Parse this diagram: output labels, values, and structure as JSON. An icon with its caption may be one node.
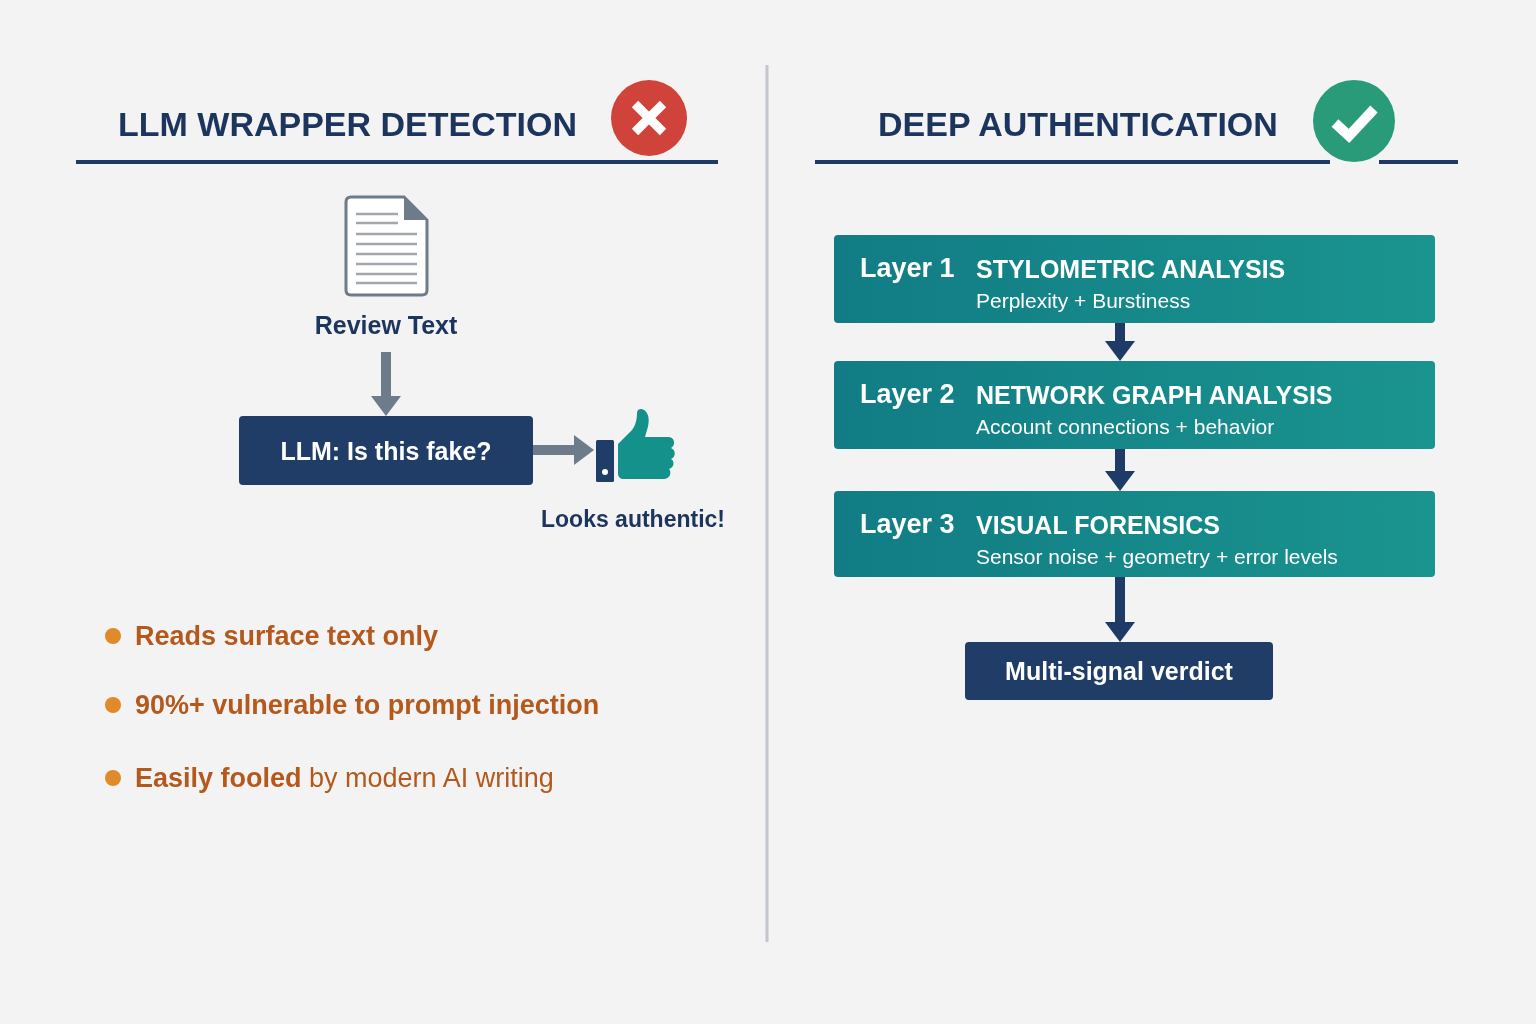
{
  "diagram": {
    "nodes": [
      {
        "text": [
          "Review Text"
        ]
      },
      {
        "text": [
          "LLM: Is this fake?"
        ]
      },
      {
        "text": [],
        "shape": "picture",
        "beside": [
          "Looks authentic!"
        ]
      },
      {
        "text": [
          "Layer 1",
          "STYLOMETRIC ANALYSIS",
          "Perplexity + Burstiness"
        ]
      },
      {
        "text": [
          "Layer 2",
          "NETWORK GRAPH ANALYSIS",
          "Account connections + behavior"
        ]
      },
      {
        "text": [
          "Layer 3",
          "VISUAL FORENSICS",
          "Sensor noise + geometry + error levels"
        ]
      },
      {
        "text": [
          "Multi-signal verdict"
        ]
      }
    ],
    "edges": [
      {
        "from": 0,
        "to": 1,
        "arrow": "to",
        "color": "#6e7b8b"
      },
      {
        "from": 1,
        "to": 2,
        "arrow": "to",
        "color": "#6e7b8b"
      },
      {
        "from": 3,
        "to": 4,
        "arrow": "to"
      },
      {
        "from": 4,
        "to": 5,
        "arrow": "to"
      },
      {
        "from": 5,
        "to": 6,
        "arrow": "to"
      }
    ],
    "labels": [
      "LLM WRAPPER DETECTION",
      "DEEP AUTHENTICATION",
      "Reads surface text only",
      "90%+ vulnerable to prompt injection",
      "**Easily fooled** by modern AI writing"
    ]
  }
}
